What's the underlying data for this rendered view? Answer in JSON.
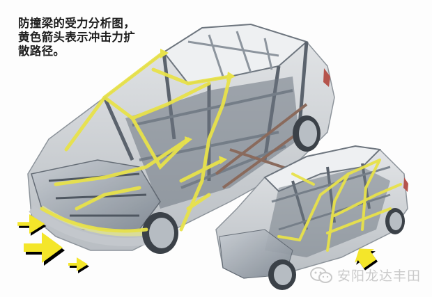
{
  "caption": {
    "line1": "防撞梁的受力分析图，",
    "line2": "黄色箭头表示冲击力扩",
    "line3": "散路径。"
  },
  "watermark": {
    "icon": "wechat-icon",
    "text": "安阳龙达丰田"
  },
  "figures": [
    {
      "name": "large-car-body-frame",
      "description": "SUV body-in-white with yellow force-path arrows"
    },
    {
      "name": "small-car-body-frame",
      "description": "compact car body-in-white with yellow force-path arrows"
    }
  ],
  "impact_arrows": [
    {
      "name": "impact-arrow-upper",
      "size": "small"
    },
    {
      "name": "impact-arrow-main",
      "size": "large"
    },
    {
      "name": "impact-arrow-lower",
      "size": "small"
    },
    {
      "name": "impact-arrow-small-car",
      "size": "medium"
    }
  ],
  "colors": {
    "background": "#fdfdfd",
    "caption_text": "#1e1e1e",
    "force_path_yellow": "#e8e24a",
    "arrow_yellow": "#f4e62a",
    "frame_steel": "#9aa3ad",
    "frame_dark": "#5b636d",
    "body_shell": "#d6d9dc",
    "rust_beam": "#8a6a5c",
    "watermark": "#c9c9c9"
  }
}
